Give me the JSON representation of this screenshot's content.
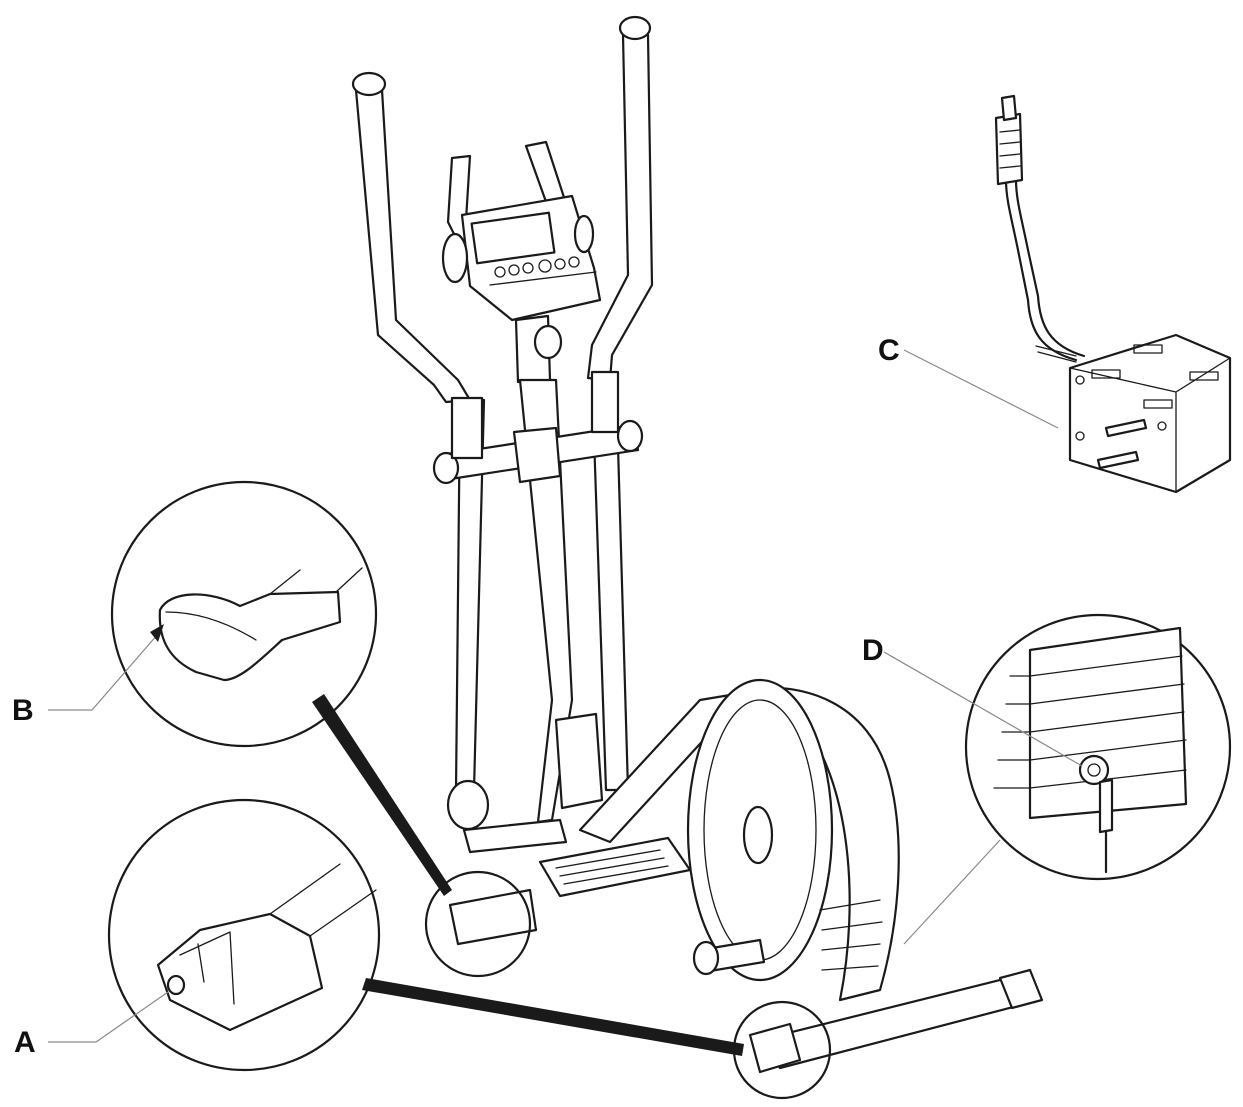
{
  "callouts": [
    {
      "id": "A",
      "label": "A"
    },
    {
      "id": "B",
      "label": "B"
    },
    {
      "id": "C",
      "label": "C"
    },
    {
      "id": "D",
      "label": "D"
    }
  ],
  "colors": {
    "line": "#1a1a1a",
    "leader": "#8a8a8a",
    "background": "#ffffff"
  }
}
